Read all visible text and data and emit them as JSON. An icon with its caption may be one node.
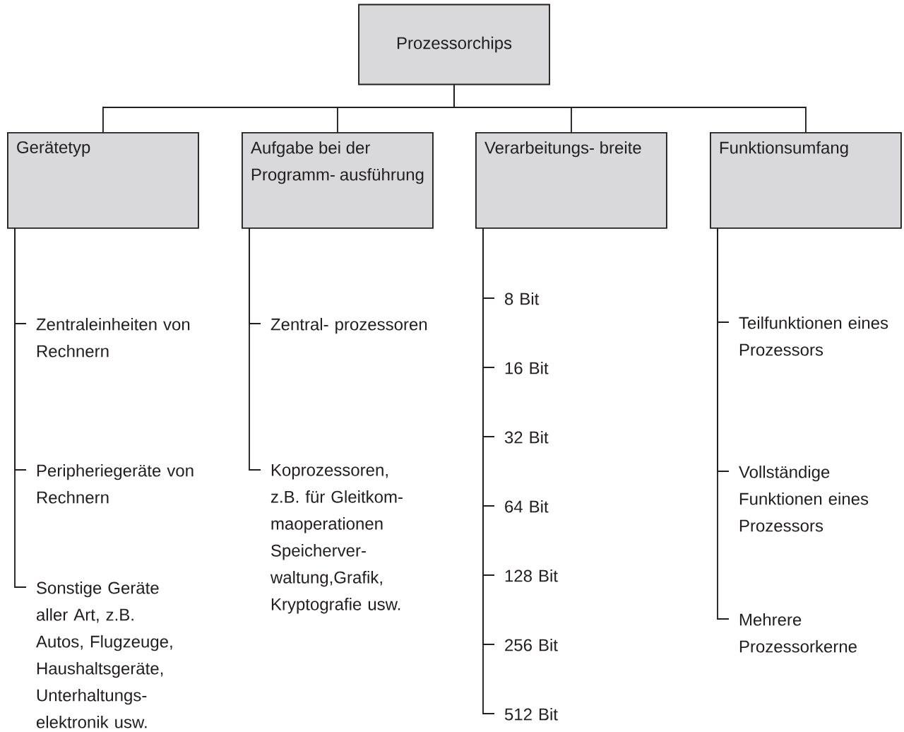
{
  "diagram": {
    "nodes": [
      {
        "text": [
          "Prozessorchips"
        ]
      },
      {
        "text": [
          "Gerätetyp"
        ]
      },
      {
        "text": [
          "Aufgabe bei der Programm- ausführung"
        ]
      },
      {
        "text": [
          "Verarbeitungs- breite"
        ]
      },
      {
        "text": [
          "Funktionsumfang"
        ]
      },
      {
        "text": [
          "Zentraleinheiten von Rechnern"
        ]
      },
      {
        "text": [
          "Peripheriegeräte von Rechnern"
        ]
      },
      {
        "text": [
          "Sonstige Geräte aller Art, z.B. Autos, Flugzeuge, Haushaltsgeräte, Unterhaltungs- elektronik usw."
        ]
      },
      {
        "text": [
          "Zentral- prozessoren"
        ]
      },
      {
        "text": [
          "Koprozessoren, z.B. für Gleitkom- maoperationen Speicherver- waltung,Grafik, Kryptografie usw."
        ]
      },
      {
        "text": [
          "8 Bit"
        ]
      },
      {
        "text": [
          "16 Bit"
        ]
      },
      {
        "text": [
          "32 Bit"
        ]
      },
      {
        "text": [
          "64 Bit"
        ]
      },
      {
        "text": [
          "128 Bit"
        ]
      },
      {
        "text": [
          "256 Bit"
        ]
      },
      {
        "text": [
          "512 Bit"
        ]
      },
      {
        "text": [
          "Teilfunktionen eines Prozessors"
        ]
      },
      {
        "text": [
          "Vollständige Funktionen eines Prozessors"
        ]
      },
      {
        "text": [
          "Mehrere Prozessorkerne"
        ]
      }
    ],
    "edges": [
      {
        "from": 0,
        "to": 1,
        "arrow": "none"
      },
      {
        "from": 0,
        "to": 2,
        "arrow": "none"
      },
      {
        "from": 0,
        "to": 3,
        "arrow": "none"
      },
      {
        "from": 0,
        "to": 4,
        "arrow": "none"
      },
      {
        "from": 1,
        "to": 5,
        "arrow": "none"
      },
      {
        "from": 1,
        "to": 6,
        "arrow": "none"
      },
      {
        "from": 1,
        "to": 7,
        "arrow": "none"
      },
      {
        "from": 2,
        "to": 8,
        "arrow": "none"
      },
      {
        "from": 2,
        "to": 9,
        "arrow": "none"
      },
      {
        "from": 3,
        "to": 10,
        "arrow": "none"
      },
      {
        "from": 3,
        "to": 11,
        "arrow": "none"
      },
      {
        "from": 3,
        "to": 12,
        "arrow": "none"
      },
      {
        "from": 3,
        "to": 13,
        "arrow": "none"
      },
      {
        "from": 3,
        "to": 14,
        "arrow": "none"
      },
      {
        "from": 3,
        "to": 15,
        "arrow": "none"
      },
      {
        "from": 3,
        "to": 16,
        "arrow": "none"
      },
      {
        "from": 4,
        "to": 17,
        "arrow": "none"
      },
      {
        "from": 4,
        "to": 18,
        "arrow": "none"
      },
      {
        "from": 4,
        "to": 19,
        "arrow": "none"
      }
    ]
  }
}
